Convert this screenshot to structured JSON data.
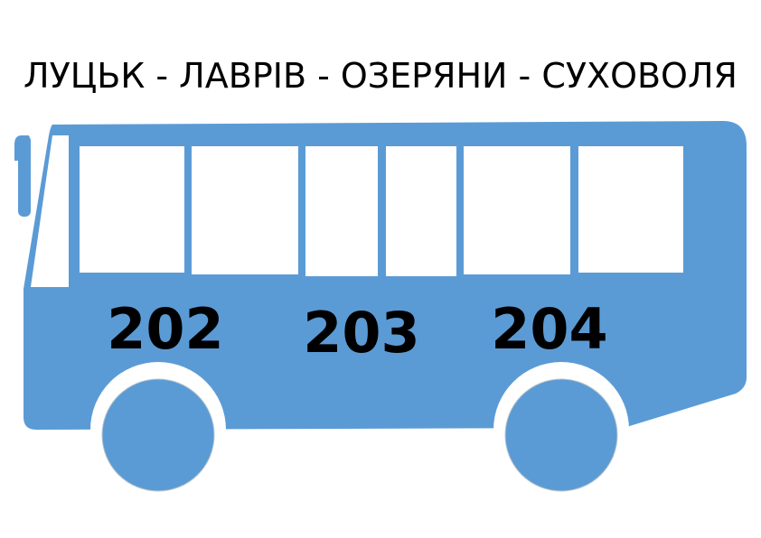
{
  "route": {
    "title": "ЛУЦЬК - ЛАВРІВ - ОЗЕРЯНИ - СУХОВОЛЯ",
    "numbers": [
      "202",
      "203",
      "204"
    ]
  },
  "colors": {
    "bus_body": "#5b9bd5",
    "windows": "#ffffff",
    "text": "#000000",
    "background": "#ffffff"
  },
  "icons": {
    "bus": "bus-icon",
    "wheel": "wheel-icon"
  }
}
